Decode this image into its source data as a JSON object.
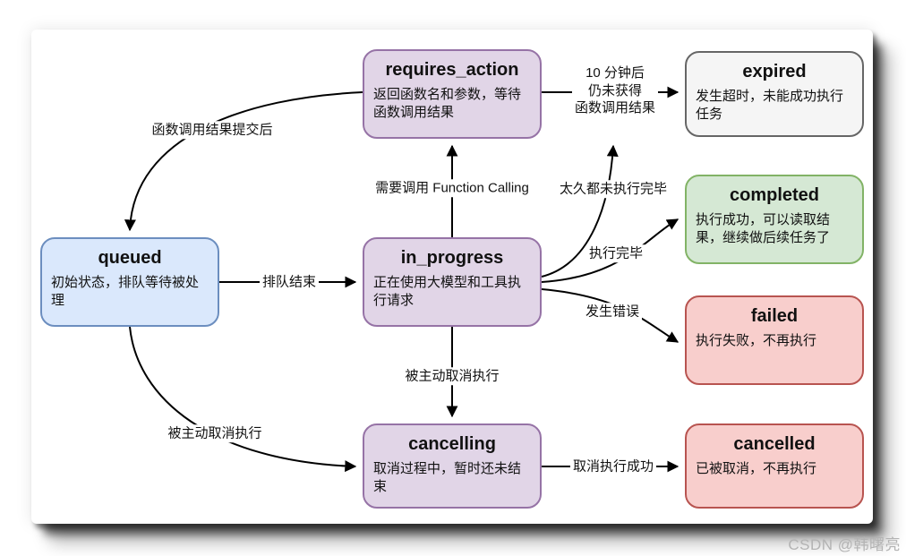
{
  "palette": {
    "blue": {
      "fill": "#dae8fc",
      "border": "#6c8ebf"
    },
    "purple": {
      "fill": "#e1d5e7",
      "border": "#9673a6"
    },
    "green": {
      "fill": "#d5e8d4",
      "border": "#82b366"
    },
    "red": {
      "fill": "#f8cecc",
      "border": "#b85450"
    },
    "gray": {
      "fill": "#f5f5f5",
      "border": "#666666"
    },
    "arrow": "#000000"
  },
  "nodes": [
    {
      "id": "requires_action",
      "title": "requires_action",
      "desc": "返回函数名和参数，等待函数调用结果",
      "color": "purple"
    },
    {
      "id": "expired",
      "title": "expired",
      "desc": "发生超时，未能成功执行任务",
      "color": "gray"
    },
    {
      "id": "queued",
      "title": "queued",
      "desc": "初始状态，排队等待被处理",
      "color": "blue"
    },
    {
      "id": "in_progress",
      "title": "in_progress",
      "desc": "正在使用大模型和工具执行请求",
      "color": "purple"
    },
    {
      "id": "completed",
      "title": "completed",
      "desc": "执行成功，可以读取结果，继续做后续任务了",
      "color": "green"
    },
    {
      "id": "failed",
      "title": "failed",
      "desc": "执行失败，不再执行",
      "color": "red"
    },
    {
      "id": "cancelling",
      "title": "cancelling",
      "desc": "取消过程中，暂时还未结束",
      "color": "purple"
    },
    {
      "id": "cancelled",
      "title": "cancelled",
      "desc": "已被取消，不再执行",
      "color": "red"
    }
  ],
  "edges": [
    {
      "from": "queued",
      "to": "in_progress",
      "label": "排队结束"
    },
    {
      "from": "in_progress",
      "to": "requires_action",
      "label": "需要调用 Function Calling"
    },
    {
      "from": "requires_action",
      "to": "queued",
      "label": "函数调用结果提交后"
    },
    {
      "from": "requires_action",
      "to": "expired",
      "label": "10 分钟后\n仍未获得\n函数调用结果"
    },
    {
      "from": "in_progress",
      "to": "expired",
      "label": "太久都未执行完毕"
    },
    {
      "from": "in_progress",
      "to": "completed",
      "label": "执行完毕"
    },
    {
      "from": "in_progress",
      "to": "failed",
      "label": "发生错误"
    },
    {
      "from": "in_progress",
      "to": "cancelling",
      "label": "被主动取消执行"
    },
    {
      "from": "queued",
      "to": "cancelling",
      "label": "被主动取消执行"
    },
    {
      "from": "cancelling",
      "to": "cancelled",
      "label": "取消执行成功"
    }
  ],
  "watermark": {
    "text": "CSDN @韩曙亮"
  }
}
